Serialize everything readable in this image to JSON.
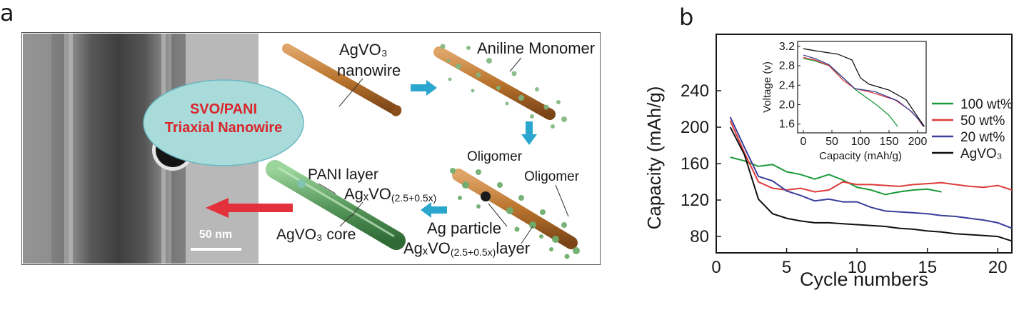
{
  "panel_a": {
    "label": "a",
    "ellipse_title_1": "SVO/PANI",
    "ellipse_title_2": "Triaxial Nanowire",
    "scalebar_label": "50 nm",
    "agvo3_line1": "AgVO₃",
    "agvo3_line2": "nanowire",
    "aniline": "Aniline Monomer",
    "oligomer_1": "Oligomer",
    "oligomer_2": "Oligomer",
    "pani_layer": "PANI layer",
    "agx_layer_main": "AgₓVO",
    "agx_layer_sub": "(2.5+0.5x)",
    "agvo3_core": "AgVO₃ core",
    "ag_particle": "Ag particle",
    "agx_bottom_main": "AgₓVO",
    "agx_bottom_sub": "(2.5+0.5x)",
    "agx_bottom_end": "layer",
    "colors": {
      "ellipse_fill": "#a9dbdb",
      "title_red": "#d8262c",
      "blue_arrow": "#2aa6cf",
      "red_arrow": "#e2313a",
      "wire_brown": "#b9742e",
      "wire_green": "#5a9a5e"
    }
  },
  "panel_b": {
    "label": "b"
  },
  "chart_data": [
    {
      "type": "line",
      "xlabel": "Cycle numbers",
      "ylabel": "Capacity (mAh/g)",
      "xlim": [
        0,
        21
      ],
      "ylim": [
        62,
        302
      ],
      "xticks": [
        "0",
        "5",
        "10",
        "15",
        "20"
      ],
      "yticks": [
        "80",
        "120",
        "160",
        "200",
        "240"
      ],
      "legend_position": "right",
      "series": [
        {
          "name": "100 wt%",
          "color": "#1d9a3a",
          "points": [
            [
              1,
              167
            ],
            [
              2,
              163
            ],
            [
              3,
              157
            ],
            [
              4,
              159
            ],
            [
              5,
              151
            ],
            [
              6,
              148
            ],
            [
              7,
              143
            ],
            [
              8,
              148
            ],
            [
              9,
              142
            ],
            [
              10,
              134
            ],
            [
              11,
              131
            ],
            [
              12,
              126
            ],
            [
              13,
              129
            ],
            [
              14,
              131
            ],
            [
              15,
              132
            ],
            [
              16,
              129
            ]
          ]
        },
        {
          "name": "50 wt%",
          "color": "#de3a3a",
          "points": [
            [
              1,
              207
            ],
            [
              2,
              172
            ],
            [
              3,
              140
            ],
            [
              4,
              133
            ],
            [
              5,
              131
            ],
            [
              6,
              133
            ],
            [
              7,
              129
            ],
            [
              8,
              131
            ],
            [
              9,
              140
            ],
            [
              10,
              137
            ],
            [
              11,
              137
            ],
            [
              12,
              136
            ],
            [
              13,
              135
            ],
            [
              14,
              137
            ],
            [
              15,
              138
            ],
            [
              16,
              139
            ],
            [
              17,
              137
            ],
            [
              18,
              135
            ],
            [
              19,
              134
            ],
            [
              20,
              136
            ],
            [
              21,
              131
            ]
          ]
        },
        {
          "name": "20 wt%",
          "color": "#3a3f9a",
          "points": [
            [
              1,
              211
            ],
            [
              2,
              178
            ],
            [
              3,
              146
            ],
            [
              4,
              141
            ],
            [
              5,
              130
            ],
            [
              6,
              125
            ],
            [
              7,
              119
            ],
            [
              8,
              121
            ],
            [
              9,
              118
            ],
            [
              10,
              118
            ],
            [
              11,
              112
            ],
            [
              12,
              108
            ],
            [
              13,
              107
            ],
            [
              14,
              106
            ],
            [
              15,
              105
            ],
            [
              16,
              103
            ],
            [
              17,
              102
            ],
            [
              18,
              100
            ],
            [
              19,
              98
            ],
            [
              20,
              95
            ],
            [
              21,
              89
            ]
          ]
        },
        {
          "name": "AgVO₃",
          "color": "#111111",
          "points": [
            [
              1,
              200
            ],
            [
              2,
              170
            ],
            [
              3,
              121
            ],
            [
              4,
              105
            ],
            [
              5,
              100
            ],
            [
              6,
              97
            ],
            [
              7,
              95
            ],
            [
              8,
              95
            ],
            [
              9,
              94
            ],
            [
              10,
              93
            ],
            [
              11,
              92
            ],
            [
              12,
              91
            ],
            [
              13,
              89
            ],
            [
              14,
              88
            ],
            [
              15,
              86
            ],
            [
              16,
              85
            ],
            [
              17,
              83
            ],
            [
              18,
              82
            ],
            [
              19,
              81
            ],
            [
              20,
              80
            ],
            [
              21,
              75
            ]
          ]
        }
      ]
    },
    {
      "type": "line",
      "xlabel": "Capacity (mAh/g)",
      "ylabel": "Voltage (v)",
      "xlim": [
        -10,
        215
      ],
      "ylim": [
        1.42,
        3.3
      ],
      "xticks": [
        "0",
        "50",
        "100",
        "150",
        "200"
      ],
      "yticks": [
        "1.6",
        "2.0",
        "2.4",
        "2.8",
        "3.2"
      ],
      "series": [
        {
          "color": "#1d9a3a",
          "points": [
            [
              0,
              2.95
            ],
            [
              20,
              2.9
            ],
            [
              45,
              2.8
            ],
            [
              70,
              2.55
            ],
            [
              90,
              2.32
            ],
            [
              110,
              2.15
            ],
            [
              130,
              1.98
            ],
            [
              150,
              1.78
            ],
            [
              165,
              1.55
            ]
          ]
        },
        {
          "color": "#de3a3a",
          "points": [
            [
              0,
              2.97
            ],
            [
              20,
              2.92
            ],
            [
              45,
              2.8
            ],
            [
              70,
              2.5
            ],
            [
              90,
              2.33
            ],
            [
              120,
              2.25
            ],
            [
              160,
              2.1
            ],
            [
              185,
              1.9
            ],
            [
              200,
              1.72
            ],
            [
              210,
              1.55
            ]
          ]
        },
        {
          "color": "#3a3f9a",
          "points": [
            [
              0,
              3.02
            ],
            [
              20,
              2.95
            ],
            [
              45,
              2.82
            ],
            [
              70,
              2.55
            ],
            [
              90,
              2.33
            ],
            [
              125,
              2.27
            ],
            [
              165,
              2.08
            ],
            [
              190,
              1.85
            ],
            [
              205,
              1.65
            ],
            [
              210,
              1.55
            ]
          ]
        },
        {
          "color": "#111111",
          "points": [
            [
              0,
              3.15
            ],
            [
              25,
              3.1
            ],
            [
              60,
              3.04
            ],
            [
              85,
              2.92
            ],
            [
              100,
              2.55
            ],
            [
              115,
              2.42
            ],
            [
              150,
              2.3
            ],
            [
              180,
              2.1
            ],
            [
              200,
              1.75
            ],
            [
              212,
              1.55
            ]
          ]
        }
      ]
    }
  ]
}
